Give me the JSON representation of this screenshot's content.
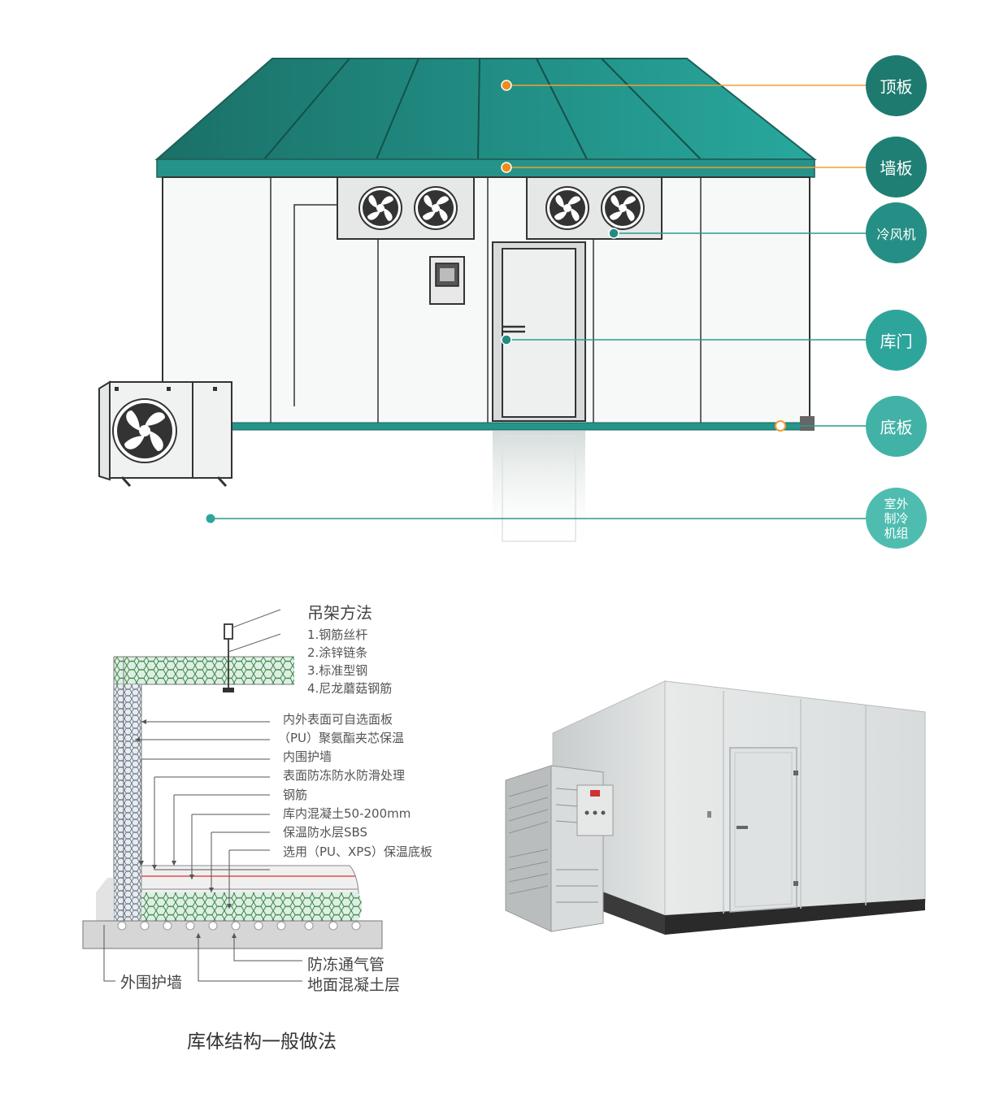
{
  "colors": {
    "roof_dark": "#1c7a70",
    "roof_light": "#27a49a",
    "teal_circle_1": "#1e7a6f",
    "teal_circle_2": "#238c82",
    "teal_circle_3": "#2ea59b",
    "teal_circle_4": "#4ebdb0",
    "orange_marker": "#f0a030",
    "teal_marker": "#2a9a8e"
  },
  "callouts": [
    {
      "id": "roof",
      "label": "顶板"
    },
    {
      "id": "wall",
      "label": "墙板"
    },
    {
      "id": "fan",
      "label": "冷风机"
    },
    {
      "id": "door",
      "label": "库门"
    },
    {
      "id": "floor",
      "label": "底板"
    },
    {
      "id": "unit",
      "label_lines": [
        "室外",
        "制冷",
        "机组"
      ]
    }
  ],
  "section": {
    "hanging_title": "吊架方法",
    "hanging_items": [
      "1.钢筋丝杆",
      "2.涂锌链条",
      "3.标准型钢",
      "4.尼龙蘑菇钢筋"
    ],
    "layer_labels": [
      "内外表面可自选面板",
      "（PU）聚氨酯夹芯保温",
      "内围护墙",
      "表面防冻防水防滑处理",
      "钢筋",
      "库内混凝土50-200mm",
      "保温防水层SBS",
      "选用（PU、XPS）保温底板"
    ],
    "bottom_labels": {
      "vent_pipe": "防冻通气管",
      "ground_concrete": "地面混凝土层",
      "outer_wall": "外围护墙"
    },
    "caption": "库体结构一般做法"
  }
}
